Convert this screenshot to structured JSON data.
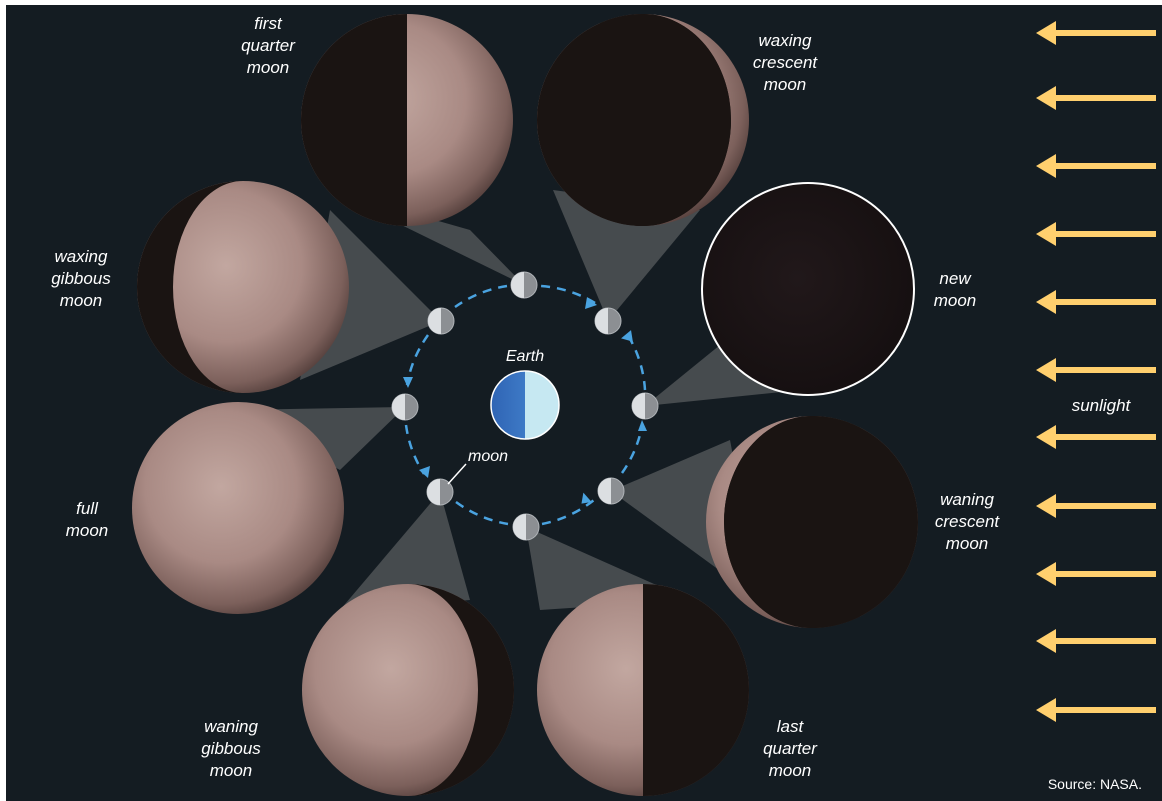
{
  "labels": {
    "first_quarter": [
      "first",
      "quarter",
      "moon"
    ],
    "waxing_crescent": [
      "waxing",
      "crescent",
      "moon"
    ],
    "new_moon": [
      "new",
      "moon"
    ],
    "waxing_gibbous": [
      "waxing",
      "gibbous",
      "moon"
    ],
    "full_moon": [
      "full",
      "moon"
    ],
    "waning_crescent": [
      "waning",
      "crescent",
      "moon"
    ],
    "waning_gibbous": [
      "waning",
      "gibbous",
      "moon"
    ],
    "last_quarter": [
      "last",
      "quarter",
      "moon"
    ],
    "earth": "Earth",
    "moon": "moon",
    "sunlight": "sunlight"
  },
  "source": "Source: NASA.",
  "colors": {
    "background": "#141c22",
    "sun_arrow": "#ffcf6e",
    "orbit": "#4aa3e0",
    "earth_dark": "#3a78c4",
    "earth_light": "#c6e8f2",
    "moon_surface": "#a98a84",
    "moon_shadow": "#1a1412"
  }
}
